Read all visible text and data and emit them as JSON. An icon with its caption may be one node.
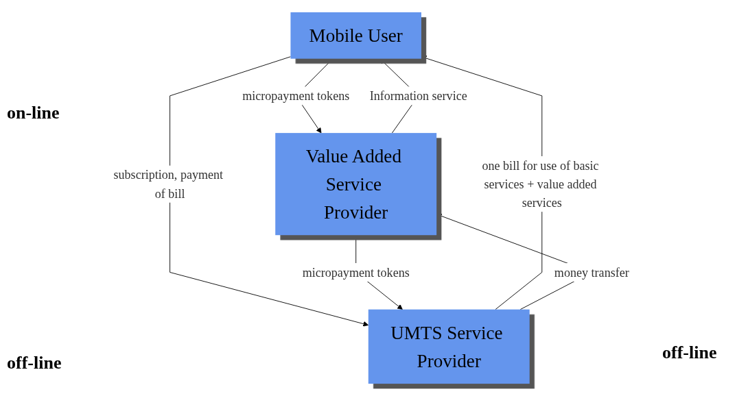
{
  "diagram": {
    "nodes": [
      {
        "text": [
          "Mobile User"
        ]
      },
      {
        "text": [
          "Value Added Service Provider"
        ]
      },
      {
        "text": [
          "UMTS Service Provider"
        ]
      }
    ],
    "edges": [
      {
        "from": 1,
        "to": 0,
        "arrow": "to",
        "label": "Information service"
      },
      {
        "from": 0,
        "to": 1,
        "arrow": "to",
        "label": "micropayment tokens"
      },
      {
        "from": 0,
        "to": 2,
        "arrow": "to",
        "label": "subscription, payment of bill"
      },
      {
        "from": 2,
        "to": 0,
        "arrow": "to",
        "label": "one bill for use of basic services + value added services"
      },
      {
        "from": 2,
        "to": 1,
        "arrow": "to",
        "label": "money transfer"
      },
      {
        "from": 1,
        "to": 2,
        "arrow": "to",
        "label": "micropayment tokens"
      }
    ],
    "labels": [
      "on-line",
      "off-line",
      "off-line"
    ]
  }
}
